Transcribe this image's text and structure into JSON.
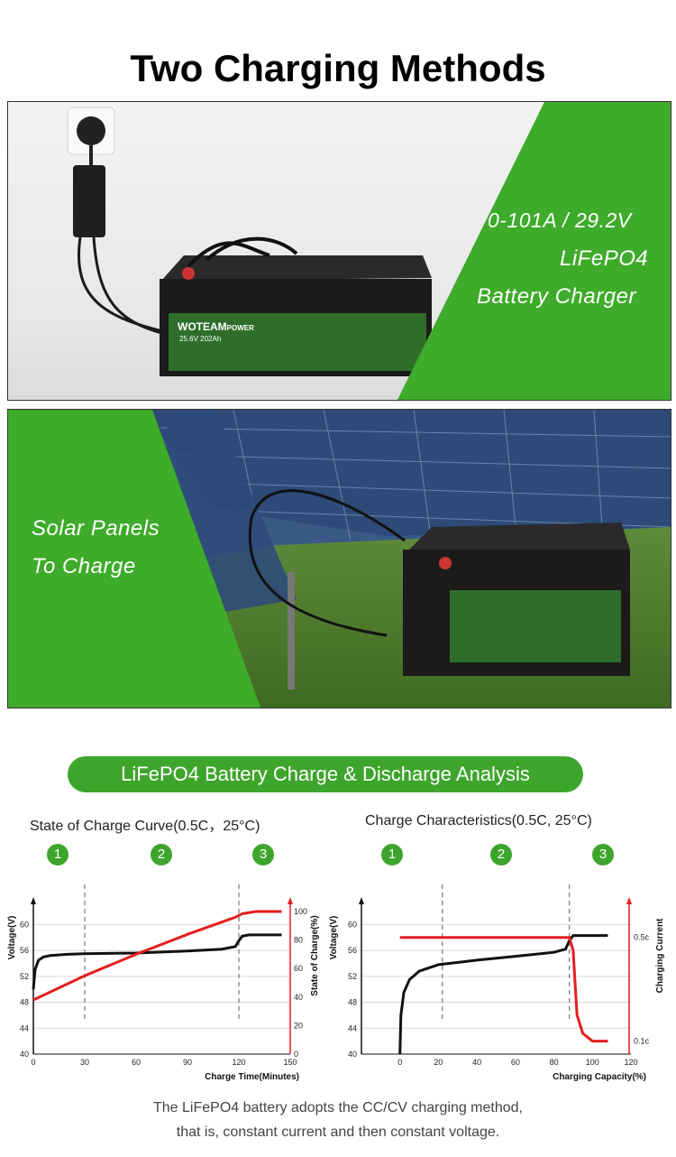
{
  "page": {
    "title": "Two Charging Methods",
    "brand_color": "#3ea52c"
  },
  "panels": {
    "charger": {
      "line1": "0-101A / 29.2V",
      "line2": "LiFePO4",
      "line3": "Battery Charger"
    },
    "solar": {
      "line1": "Solar Panels",
      "line2": "To Charge"
    },
    "battery": {
      "brand": "WOTEAM",
      "brand_suffix": "POWER",
      "spec": "25.6V  202Ah"
    }
  },
  "analysis": {
    "header": "LiFePO4 Battery Charge & Discharge Analysis",
    "footer_line1": "The LiFePO4 battery adopts the CC/CV charging method,",
    "footer_line2": "that is, constant current and then constant voltage."
  },
  "chart_data": [
    {
      "type": "line",
      "title": "State of Charge Curve(0.5C，25°C)",
      "phases": [
        "1",
        "2",
        "3"
      ],
      "xlabel": "Charge Time(Minutes)",
      "ylabel": "Voltage(V)",
      "y2label": "State of Charge(%)",
      "xlim": [
        0,
        150
      ],
      "ylim": [
        40,
        62
      ],
      "y2lim": [
        0,
        100
      ],
      "xticks": [
        "0",
        "30",
        "60",
        "90",
        "120",
        "150"
      ],
      "yticks": [
        "40",
        "44",
        "48",
        "52",
        "56",
        "60"
      ],
      "y2ticks": [
        "0",
        "20",
        "40",
        "60",
        "80",
        "100"
      ],
      "series": [
        {
          "axis": "left",
          "color": "#111111",
          "x": [
            0,
            1,
            3,
            6,
            10,
            20,
            30,
            60,
            90,
            110,
            118,
            120,
            122,
            126,
            145
          ],
          "y": [
            50,
            53,
            54.5,
            55,
            55.2,
            55.4,
            55.5,
            55.6,
            55.9,
            56.2,
            56.6,
            57.5,
            58.2,
            58.4,
            58.4
          ]
        },
        {
          "axis": "right",
          "color": "#e41e1e",
          "x": [
            0,
            30,
            60,
            90,
            118,
            122,
            130,
            145
          ],
          "y": [
            38,
            55,
            70,
            84,
            96,
            98.5,
            100,
            100
          ]
        }
      ],
      "phase_dividers_x": [
        30,
        120
      ]
    },
    {
      "type": "line",
      "title": "Charge Characteristics(0.5C, 25°C)",
      "phases": [
        "1",
        "2",
        "3"
      ],
      "xlabel": "Charging Capacity(%)",
      "ylabel": "Voltage(V)",
      "y2label": "Charging Current",
      "xlim": [
        -20,
        120
      ],
      "ylim": [
        40,
        62
      ],
      "xticks": [
        "0",
        "20",
        "40",
        "60",
        "80",
        "100",
        "120"
      ],
      "yticks": [
        "40",
        "44",
        "48",
        "52",
        "56",
        "60"
      ],
      "y2ticks": [
        "0.5c",
        "0.1c"
      ],
      "series": [
        {
          "axis": "left",
          "color": "#111111",
          "x": [
            0,
            0.5,
            2,
            5,
            10,
            20,
            40,
            60,
            80,
            86,
            88,
            90,
            108
          ],
          "y": [
            40,
            46,
            49.5,
            51.5,
            52.8,
            53.8,
            54.5,
            55.1,
            55.7,
            56.2,
            57.5,
            58.3,
            58.3
          ]
        },
        {
          "axis": "right",
          "color": "#e41e1e",
          "x": [
            0,
            86,
            88,
            90,
            91,
            92,
            95,
            100,
            108
          ],
          "y": [
            0.5,
            0.5,
            0.5,
            0.45,
            0.32,
            0.2,
            0.13,
            0.1,
            0.1
          ]
        }
      ],
      "phase_dividers_x": [
        22,
        88
      ]
    }
  ]
}
